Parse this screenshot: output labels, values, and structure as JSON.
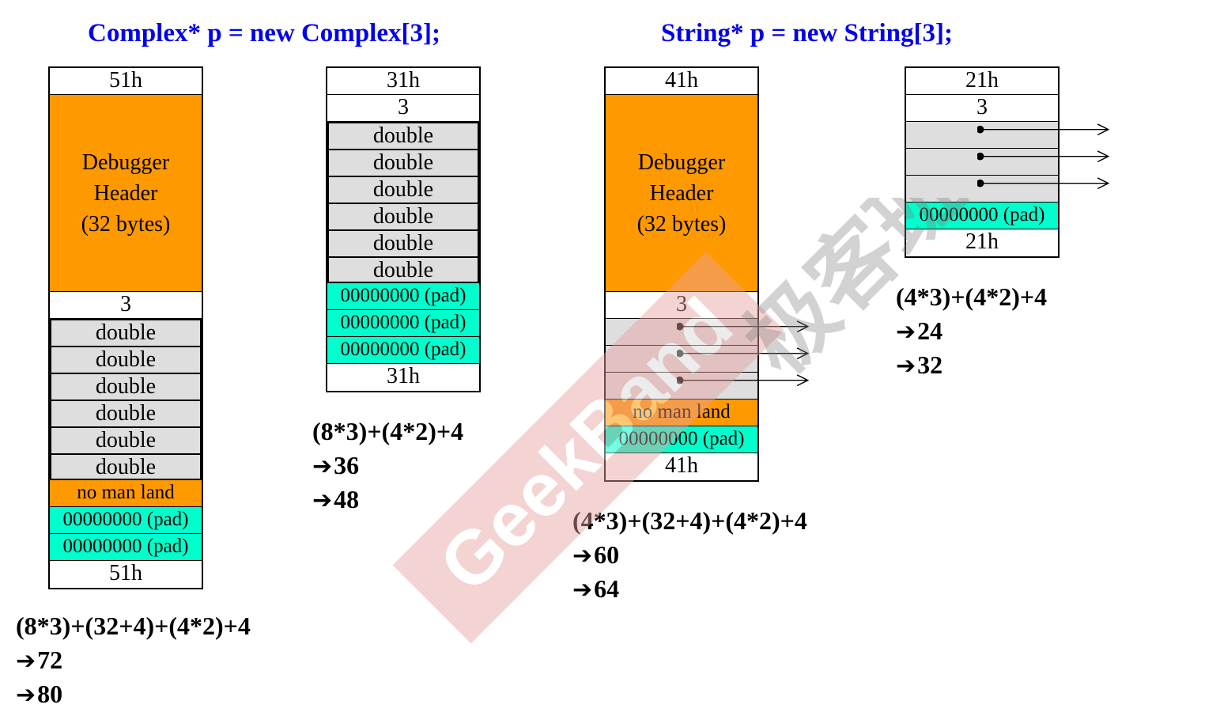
{
  "titles": {
    "complex": "Complex* p = new Complex[3];",
    "string": "String* p = new String[3];"
  },
  "watermark": {
    "brand": "GeekBand",
    "cn": "极客班"
  },
  "col1": {
    "top": "51h",
    "header": [
      "Debugger",
      "Header",
      "(32 bytes)"
    ],
    "count": "3",
    "doubles": [
      "double",
      "double",
      "double",
      "double",
      "double",
      "double"
    ],
    "no_man_land": "no man land",
    "pads": [
      "00000000 (pad)",
      "00000000 (pad)"
    ],
    "bottom": "51h"
  },
  "col2": {
    "top": "31h",
    "count": "3",
    "doubles": [
      "double",
      "double",
      "double",
      "double",
      "double",
      "double"
    ],
    "pads": [
      "00000000 (pad)",
      "00000000 (pad)",
      "00000000 (pad)"
    ],
    "bottom": "31h"
  },
  "col3": {
    "top": "41h",
    "header": [
      "Debugger",
      "Header",
      "(32 bytes)"
    ],
    "count": "3",
    "no_man_land": "no man land",
    "pad": "00000000 (pad)",
    "bottom": "41h"
  },
  "col4": {
    "top": "21h",
    "count": "3",
    "pad": "00000000 (pad)",
    "bottom": "21h"
  },
  "calc1": {
    "formula": "(8*3)+(32+4)+(4*2)+4",
    "r1": "72",
    "r2": "80"
  },
  "calc2": {
    "formula": "(8*3)+(4*2)+4",
    "r1": "36",
    "r2": "48"
  },
  "calc3": {
    "formula": "(4*3)+(32+4)+(4*2)+4",
    "r1": "60",
    "r2": "64"
  },
  "calc4": {
    "formula": "(4*3)+(4*2)+4",
    "r1": "24",
    "r2": "32"
  },
  "arrow_glyph": "➔",
  "colors": {
    "title": "#0000ee",
    "header": "#ff9900",
    "pad": "#00ffcc",
    "slot": "#dedede",
    "watermark": "#e8a0a0"
  }
}
